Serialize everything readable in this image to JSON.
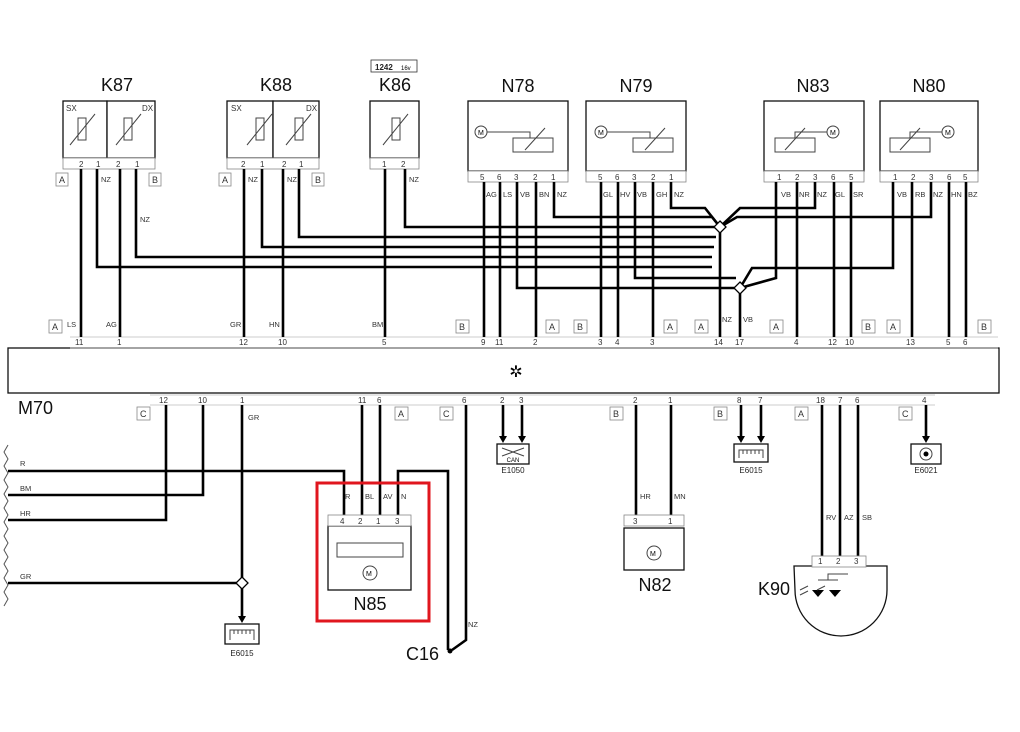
{
  "annotation": {
    "line1": "1242",
    "line2": "16v"
  },
  "ecu": {
    "title": "M70",
    "center_symbol": "✲"
  },
  "components": {
    "K87": {
      "title": "K87",
      "left_tag": "SX",
      "right_tag": "DX",
      "pins": [
        "2",
        "1",
        "2",
        "1"
      ],
      "wires": [
        "NZ",
        "NZ"
      ],
      "sides": [
        "A",
        "B"
      ]
    },
    "K88": {
      "title": "K88",
      "left_tag": "SX",
      "right_tag": "DX",
      "pins": [
        "2",
        "1",
        "2",
        "1"
      ],
      "wires": [
        "NZ",
        "NZ"
      ],
      "sides": [
        "A",
        "B"
      ]
    },
    "K86": {
      "title": "K86",
      "pins": [
        "1",
        "2"
      ],
      "wires": [
        "NZ"
      ]
    },
    "N78": {
      "title": "N78",
      "pins": [
        "5",
        "6",
        "3",
        "2",
        "1"
      ],
      "wires": [
        "AG",
        "LS",
        "VB",
        "BN",
        "NZ"
      ]
    },
    "N79": {
      "title": "N79",
      "pins": [
        "5",
        "6",
        "3",
        "2",
        "1"
      ],
      "wires": [
        "GL",
        "HV",
        "VB",
        "GH",
        "NZ"
      ]
    },
    "N83": {
      "title": "N83",
      "pins": [
        "1",
        "2",
        "3",
        "6",
        "5"
      ],
      "wires": [
        "VB",
        "NR",
        "NZ",
        "GL",
        "SR"
      ]
    },
    "N80": {
      "title": "N80",
      "pins": [
        "1",
        "2",
        "3",
        "6",
        "5"
      ],
      "wires": [
        "VB",
        "RB",
        "NZ",
        "HN",
        "BZ"
      ]
    },
    "N85": {
      "title": "N85",
      "pins": [
        "4",
        "2",
        "1",
        "3"
      ],
      "wires": [
        "R",
        "BL",
        "AV",
        "N"
      ]
    },
    "N82": {
      "title": "N82",
      "pins": [
        "3",
        "1"
      ],
      "wires": [
        "HR",
        "MN"
      ]
    },
    "K90": {
      "title": "K90",
      "pins": [
        "1",
        "2",
        "3"
      ],
      "wires": [
        "RV",
        "AZ",
        "SB"
      ]
    },
    "C16": {
      "title": "C16",
      "wire": "NZ"
    }
  },
  "ecu_top": {
    "tags": [
      "A",
      "B",
      "A",
      "B",
      "A",
      "A",
      "A",
      "B",
      "A",
      "B"
    ],
    "wires": [
      "LS",
      "AG",
      "GR",
      "HN",
      "BM",
      "VB",
      "NZ"
    ],
    "pins": [
      "11",
      "1",
      "12",
      "10",
      "5",
      "9",
      "11",
      "2",
      "3",
      "4",
      "3",
      "14",
      "17",
      "4",
      "12",
      "10",
      "13",
      "5",
      "6"
    ]
  },
  "ecu_bottom": {
    "tags": [
      "C",
      "A",
      "C",
      "B",
      "B",
      "A",
      "C"
    ],
    "pins": [
      "12",
      "10",
      "1",
      "11",
      "6",
      "6",
      "2",
      "3",
      "2",
      "1",
      "8",
      "7",
      "18",
      "7",
      "6",
      "4"
    ],
    "gr_wire": "GR"
  },
  "left_wires": [
    "R",
    "BM",
    "HR",
    "GR"
  ],
  "connectors": [
    "E1050",
    "E6015",
    "E6021",
    "E6015"
  ],
  "can_label": "CAN"
}
